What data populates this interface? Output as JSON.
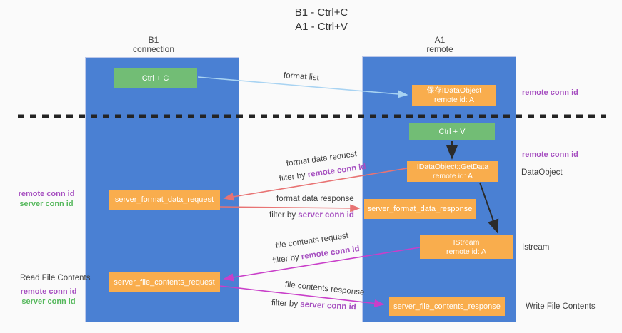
{
  "title": {
    "line1": "B1 - Ctrl+C",
    "line2": "A1 - Ctrl+V"
  },
  "columns": {
    "left": {
      "name": "B1",
      "role": "connection"
    },
    "right": {
      "name": "A1",
      "role": "remote"
    }
  },
  "boxes": {
    "ctrl_c": {
      "label": "Ctrl + C"
    },
    "ctrl_v": {
      "label": "Ctrl + V"
    },
    "save_idataobject": {
      "line1": "保存IDataObject",
      "line2": "remote id: A"
    },
    "idataobject_getdata": {
      "line1": "IDataObject::GetData",
      "line2": "remote id: A"
    },
    "istream": {
      "line1": "IStream",
      "line2": "remote id: A"
    },
    "server_format_data_request": {
      "label": "server_format_data_request"
    },
    "server_format_data_response": {
      "label": "server_format_data_response"
    },
    "server_file_contents_request": {
      "label": "server_file_contents_request"
    },
    "server_file_contents_response": {
      "label": "server_file_contents_response"
    }
  },
  "arrows": {
    "format_list": "format list",
    "format_data_request": "format data request",
    "format_data_response": "format data response",
    "file_contents_request": "file contents request",
    "file_contents_response": "file contents response",
    "filter_by": "filter by"
  },
  "terms": {
    "remote_conn_id": "remote conn id",
    "server_conn_id": "server conn id"
  },
  "side_labels": {
    "dataobject": "DataObject",
    "istream": "Istream",
    "read_file_contents": "Read File Contents",
    "write_file_contents": "Write File Contents"
  },
  "colors": {
    "column_blue": "#4a80d3",
    "box_orange": "#f9ad4d",
    "box_green": "#72bd75",
    "arrow_light_blue": "#a8d3f2",
    "arrow_red": "#e87373",
    "arrow_magenta": "#c93fc9",
    "arrow_black": "#2b2b2b",
    "text_purple": "#a64fc0",
    "text_green": "#55b85c"
  }
}
